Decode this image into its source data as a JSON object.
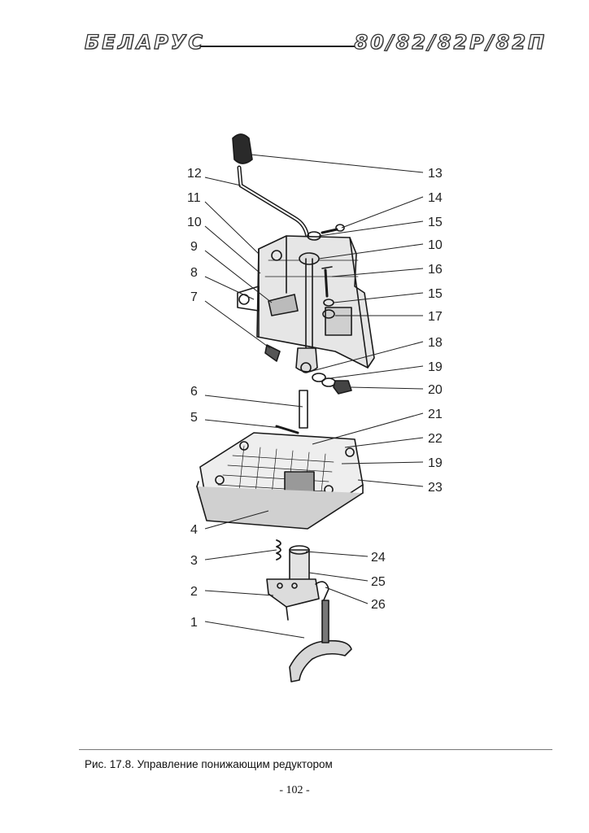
{
  "header": {
    "brand": "БЕЛАРУС",
    "models": "80/82/82Р/82П"
  },
  "figure": {
    "callouts_left": [
      "12",
      "11",
      "10",
      "9",
      "8",
      "7",
      "6",
      "5",
      "4",
      "3",
      "2",
      "1"
    ],
    "callouts_right": [
      "13",
      "14",
      "15",
      "10",
      "16",
      "15",
      "17",
      "18",
      "19",
      "20",
      "21",
      "22",
      "19",
      "23",
      "24",
      "25",
      "26"
    ]
  },
  "caption": "Рис. 17.8. Управление понижающим редуктором",
  "page_number": "- 102 -"
}
